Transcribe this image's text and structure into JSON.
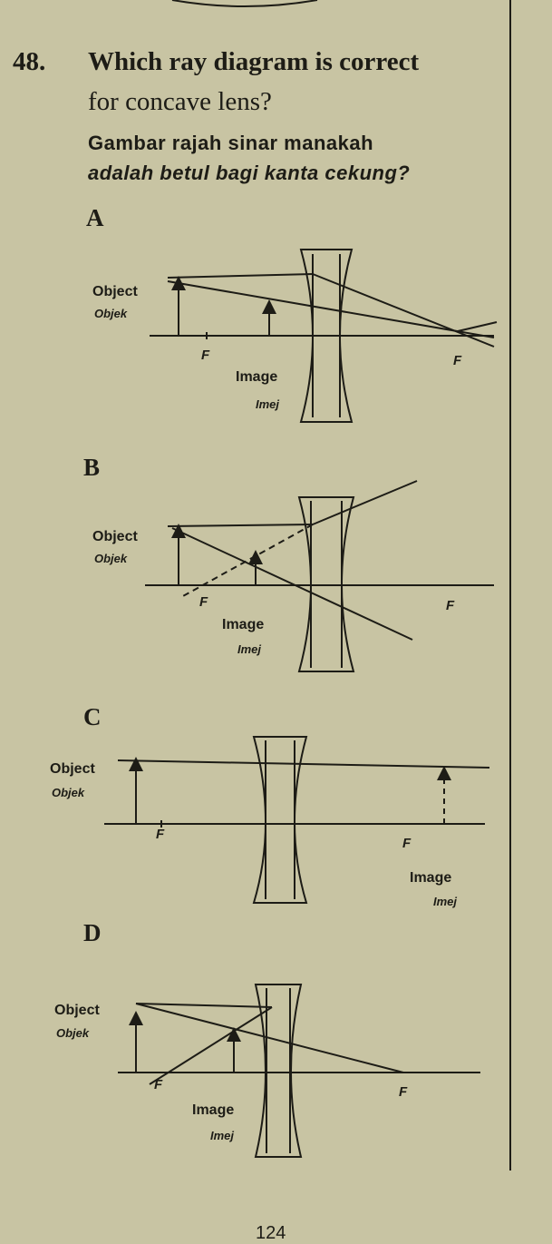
{
  "question": {
    "number": "48.",
    "text_en_line1": "Which ray diagram is correct",
    "text_en_line2": "for concave lens?",
    "text_ms_line1": "Gambar  rajah  sinar  manakah",
    "text_ms_line2": "adalah betul bagi kanta cekung?"
  },
  "options": [
    {
      "letter": "A",
      "object": "Object",
      "objek": "Objek",
      "image": "Image",
      "imej": "Imej",
      "focus_left": "F",
      "focus_right": "F"
    },
    {
      "letter": "B",
      "object": "Object",
      "objek": "Objek",
      "image": "Image",
      "imej": "Imej",
      "focus_left": "F",
      "focus_right": "F"
    },
    {
      "letter": "C",
      "object": "Object",
      "objek": "Objek",
      "image": "Image",
      "imej": "Imej",
      "focus_left": "F",
      "focus_right": "F"
    },
    {
      "letter": "D",
      "object": "Object",
      "objek": "Objek",
      "image": "Image",
      "imej": "Imej",
      "focus_left": "F",
      "focus_right": "F"
    }
  ],
  "page_number": "124"
}
